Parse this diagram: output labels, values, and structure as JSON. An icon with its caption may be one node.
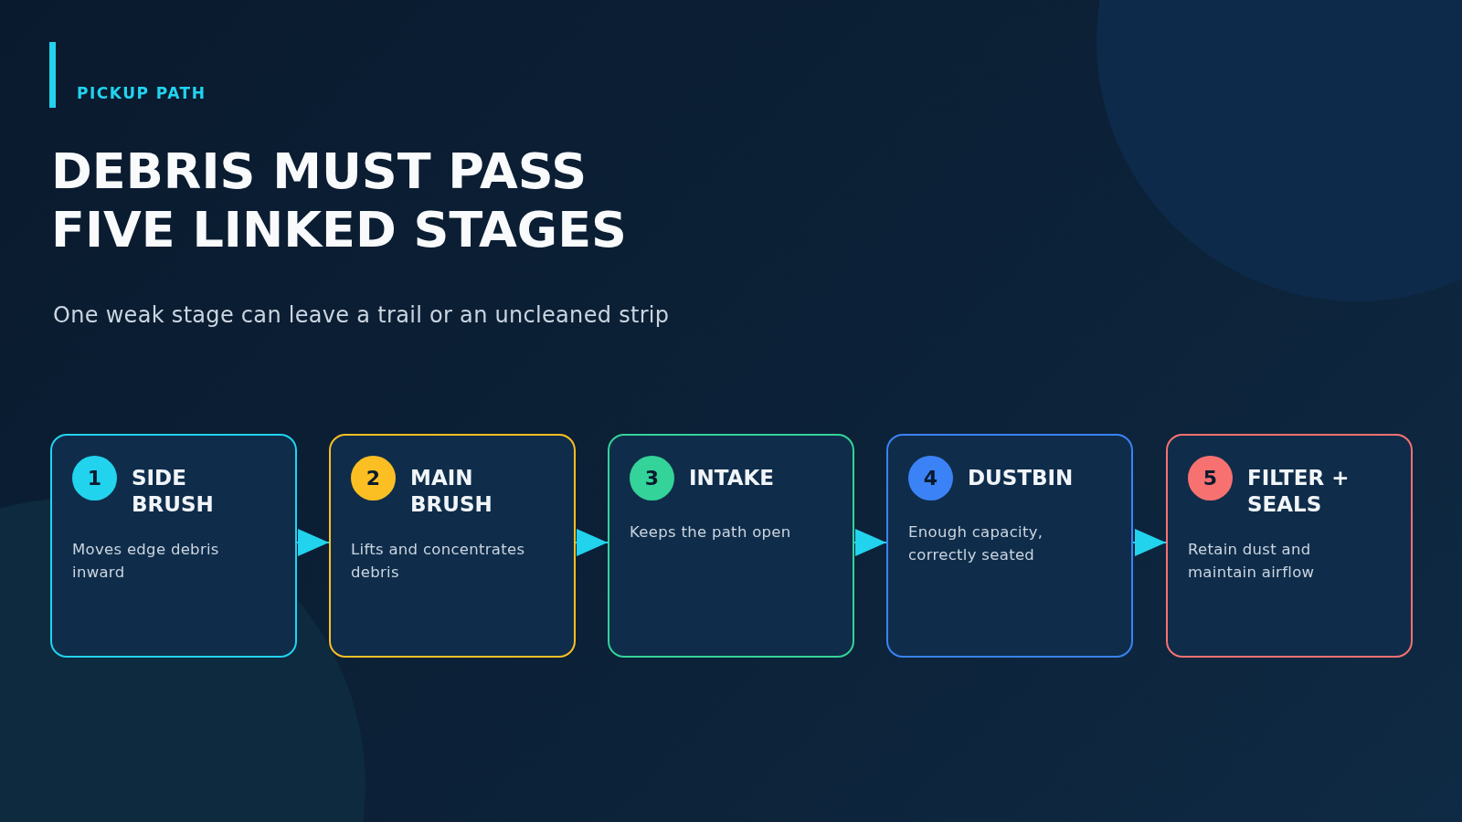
{
  "diagram": {
    "title": "DEBRIS MUST PASS FIVE LINKED STAGES",
    "nodes": [
      {
        "text": [
          "1",
          "SIDE BRUSH",
          "Moves edge debris inward"
        ]
      },
      {
        "text": [
          "2",
          "MAIN BRUSH",
          "Lifts and concentrates debris"
        ]
      },
      {
        "text": [
          "3",
          "INTAKE",
          "Keeps the path open"
        ]
      },
      {
        "text": [
          "4",
          "DUSTBIN",
          "Enough capacity, correctly seated"
        ]
      },
      {
        "text": [
          "5",
          "FILTER + SEALS",
          "Retain dust and maintain airflow"
        ]
      }
    ],
    "edges": [
      {
        "from": 0,
        "to": 1,
        "arrow": "to"
      },
      {
        "from": 1,
        "to": 2,
        "arrow": "to"
      },
      {
        "from": 2,
        "to": 3,
        "arrow": "to"
      },
      {
        "from": 3,
        "to": 4,
        "arrow": "to"
      }
    ],
    "labels": [
      "PICKUP PATH",
      "One weak stage can leave a trail or an uncleaned strip"
    ]
  }
}
